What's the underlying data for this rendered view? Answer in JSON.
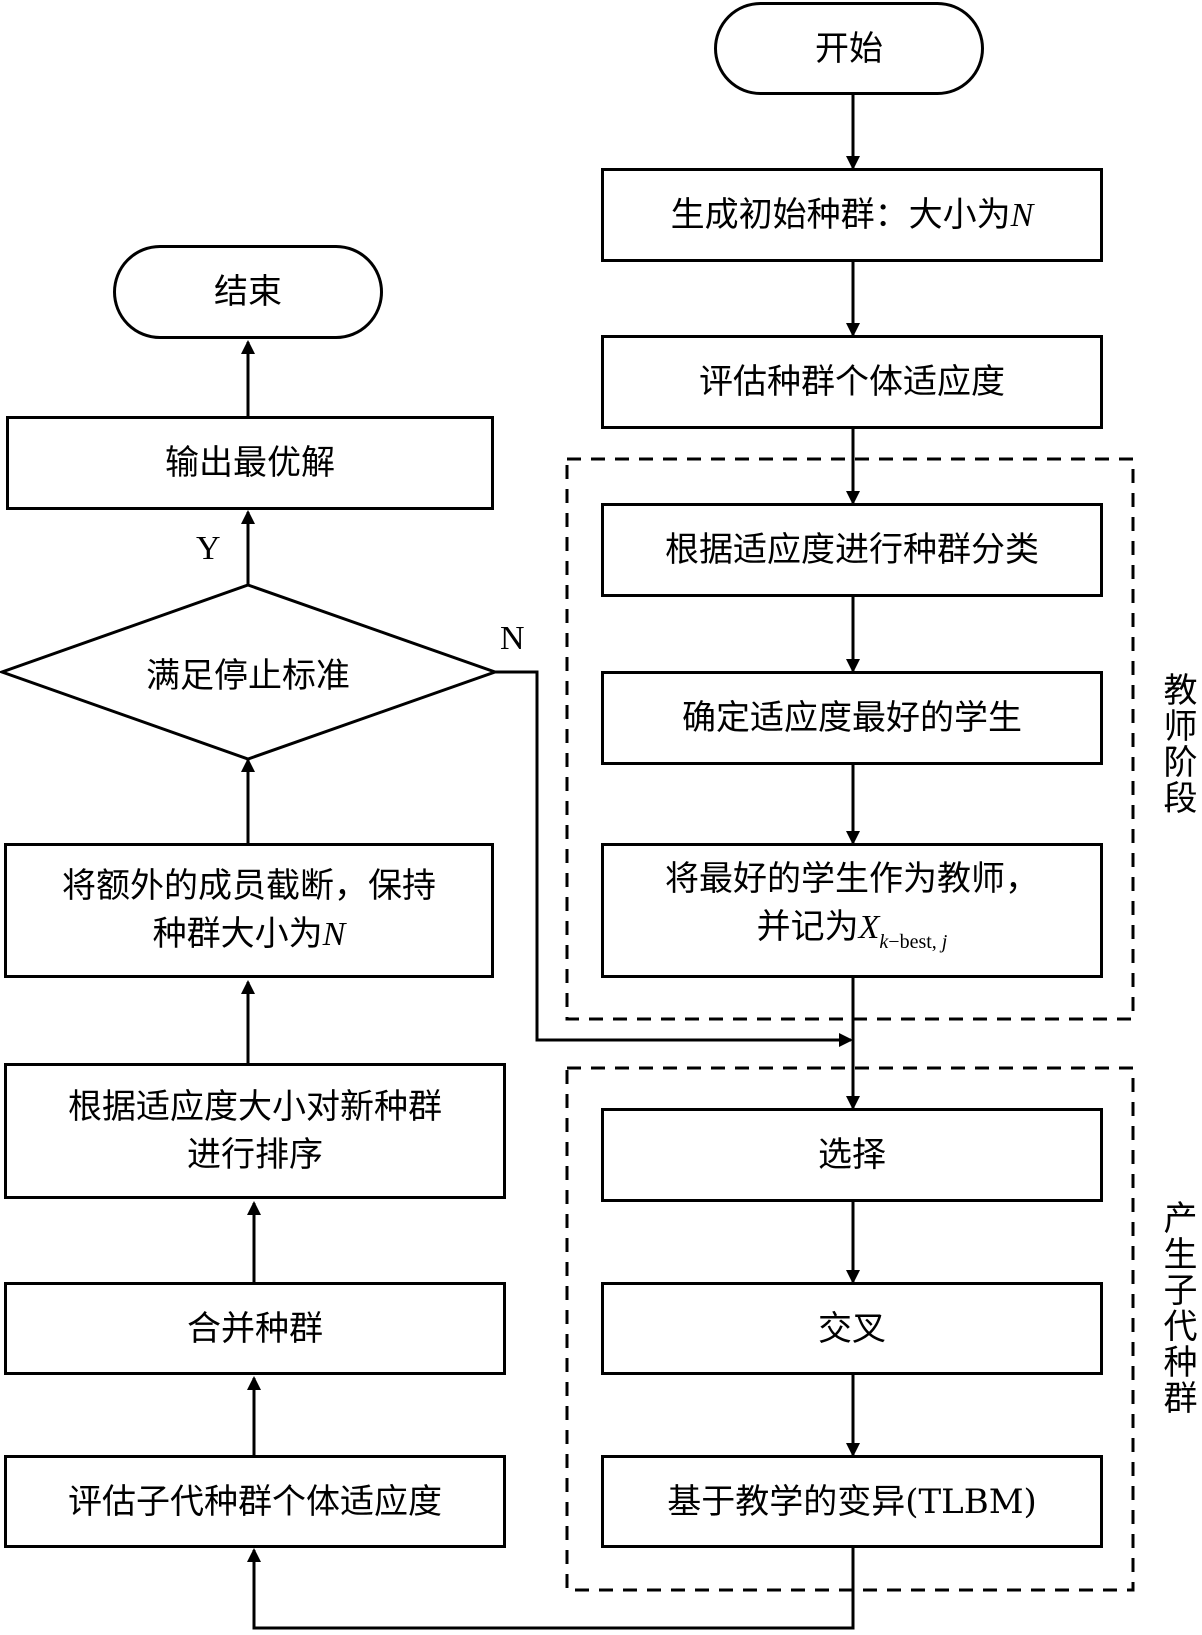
{
  "title": "TLBM-based evolutionary algorithm flowchart",
  "nodes": {
    "start": "开始",
    "init": {
      "text": "生成初始种群：大小为",
      "var": "N"
    },
    "eval": "评估种群个体适应度",
    "classify": "根据适应度进行种群分类",
    "best_student": "确定适应度最好的学生",
    "teacher": {
      "line1": "将最好的学生作为教师，",
      "line2": "并记为",
      "var": "X",
      "sub_k": "k",
      "sub_rest": "−best, ",
      "sub_j": "j"
    },
    "select": "选择",
    "crossover": "交叉",
    "mutation": "基于教学的变异(TLBM)",
    "eval_offspring": "评估子代种群个体适应度",
    "merge": "合并种群",
    "sort": {
      "line1": "根据适应度大小对新种群",
      "line2": "进行排序"
    },
    "truncate": {
      "line1": "将额外的成员截断，保持",
      "line2": "种群大小为",
      "var": "N"
    },
    "decision": "满足停止标准",
    "output": "输出最优解",
    "end": "结束"
  },
  "edge_labels": {
    "yes": "Y",
    "no": "N"
  },
  "groups": {
    "teacher_phase": "教师阶段",
    "offspring_generation": "产生子代种群"
  }
}
